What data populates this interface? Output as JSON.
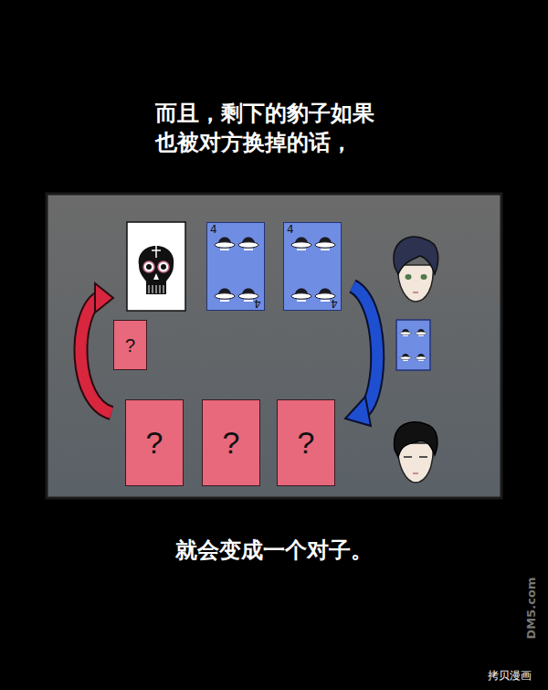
{
  "diagram": {
    "title": "而且，剩下的豹子如果 也被对方换掉的话，",
    "caption": "就会变成一个对子。",
    "nodes": [
      {
        "text": [
          "4",
          "4"
        ]
      },
      {
        "text": [
          "4",
          "4"
        ]
      },
      {
        "text": [
          "?"
        ]
      },
      {
        "text": [
          "?"
        ]
      },
      {
        "text": [
          "?"
        ]
      },
      {
        "text": [
          "?"
        ]
      }
    ],
    "labels": [
      "DM5.com",
      "拷贝漫画"
    ]
  }
}
